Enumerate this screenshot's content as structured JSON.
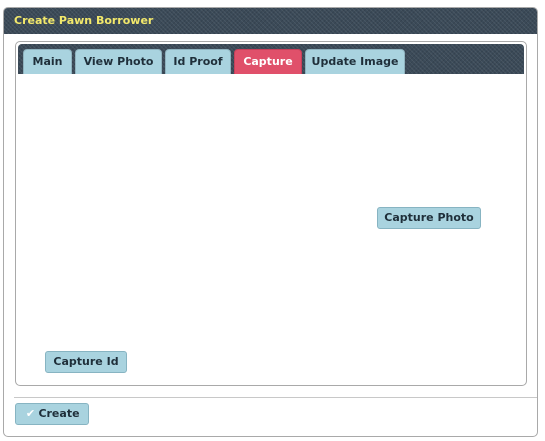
{
  "dialog": {
    "title": "Create Pawn Borrower"
  },
  "tabs": [
    {
      "label": "Main",
      "active": false
    },
    {
      "label": "View Photo",
      "active": false
    },
    {
      "label": "Id Proof",
      "active": false
    },
    {
      "label": "Capture",
      "active": true
    },
    {
      "label": "Update Image",
      "active": false
    }
  ],
  "capture": {
    "capture_photo_label": "Capture Photo",
    "capture_id_label": "Capture Id"
  },
  "footer": {
    "create_label": "Create",
    "create_icon": "check-icon"
  },
  "colors": {
    "header_bg": "#3b4a58",
    "title_text": "#f2e86b",
    "tab_bg": "#a9d3df",
    "tab_active_bg": "#e0506a",
    "button_bg": "#a9d3df"
  }
}
